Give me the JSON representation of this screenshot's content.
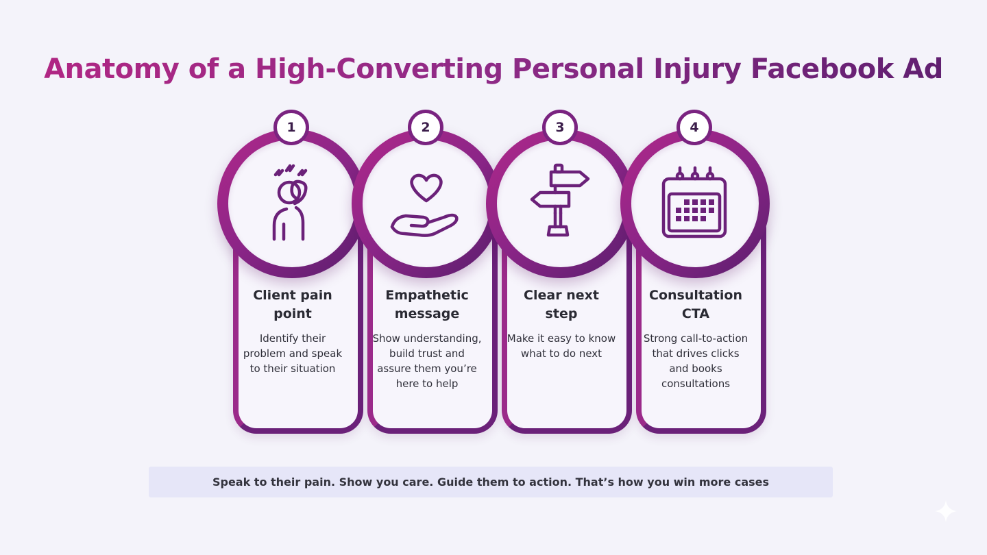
{
  "title": "Anatomy of a High-Converting Personal Injury Facebook Ad",
  "colors": {
    "ring_start": "#b0288a",
    "ring_end": "#5a1e6d",
    "card_border": "#8c2584",
    "icon_stroke": "#6b2179",
    "banner_bg": "#e6e6f8"
  },
  "steps": [
    {
      "number": "1",
      "heading": "Client pain point",
      "description": "Identify their problem and speak to their situation",
      "icon": "headache-person-icon"
    },
    {
      "number": "2",
      "heading": "Empathetic message",
      "description": "Show understanding, build trust and assure them you’re here to help",
      "icon": "heart-in-hand-icon"
    },
    {
      "number": "3",
      "heading": "Clear next step",
      "description": "Make it easy to know what to do next",
      "icon": "signpost-icon"
    },
    {
      "number": "4",
      "heading": "Consultation CTA",
      "description": "Strong call-to-action that drives clicks and books consultations",
      "icon": "calendar-icon"
    }
  ],
  "banner": "Speak to their pain. Show you care. Guide them to action. That’s how you win more cases"
}
